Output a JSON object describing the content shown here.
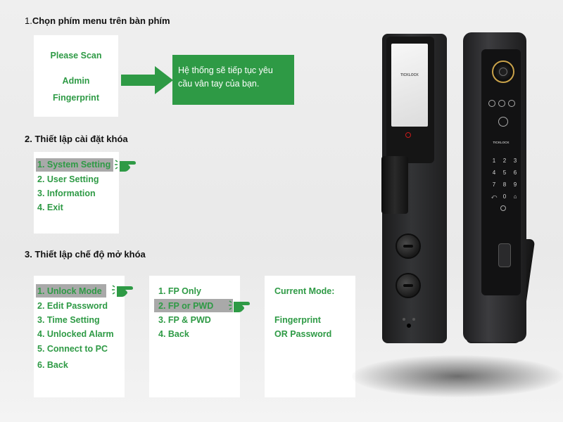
{
  "step1": {
    "number": "1.",
    "title": "Chọn phím menu trên bàn phím",
    "screen_lines": [
      "Please Scan",
      "Admin",
      "Fingerprint"
    ],
    "callout": "Hệ thống sẽ tiếp tục yêu cầu vân tay của bạn."
  },
  "step2": {
    "title": "2. Thiết lập cài đặt khóa",
    "menu": [
      "1. System Setting",
      "2. User Setting",
      "3. Information",
      "4. Exit"
    ]
  },
  "step3": {
    "title": "3. Thiết lập chế độ mở khóa",
    "menu": [
      "1. Unlock Mode",
      "2. Edit Password",
      "3. Time Setting",
      "4. Unlocked Alarm",
      "5. Connect to PC",
      "6. Back"
    ],
    "submenu": [
      "1. FP Only",
      "2. FP or PWD",
      "3. FP & PWD",
      "4. Back"
    ],
    "result": {
      "heading": "Current Mode:",
      "lines": [
        "Fingerprint",
        "OR Password"
      ]
    }
  },
  "product": {
    "brand_front": "TICKLOCK",
    "brand_side": "TICKLOCK",
    "keypad": [
      "1",
      "2",
      "3",
      "4",
      "5",
      "6",
      "7",
      "8",
      "9",
      "⤺",
      "0",
      "⌂"
    ]
  },
  "colors": {
    "accent_green": "#2e9a45",
    "highlight_gray": "#a9a9a9"
  },
  "icons": [
    "arrow-right-icon",
    "pointing-hand-icon",
    "power-icon",
    "camera-icon",
    "fingerprint-sensor-icon"
  ]
}
